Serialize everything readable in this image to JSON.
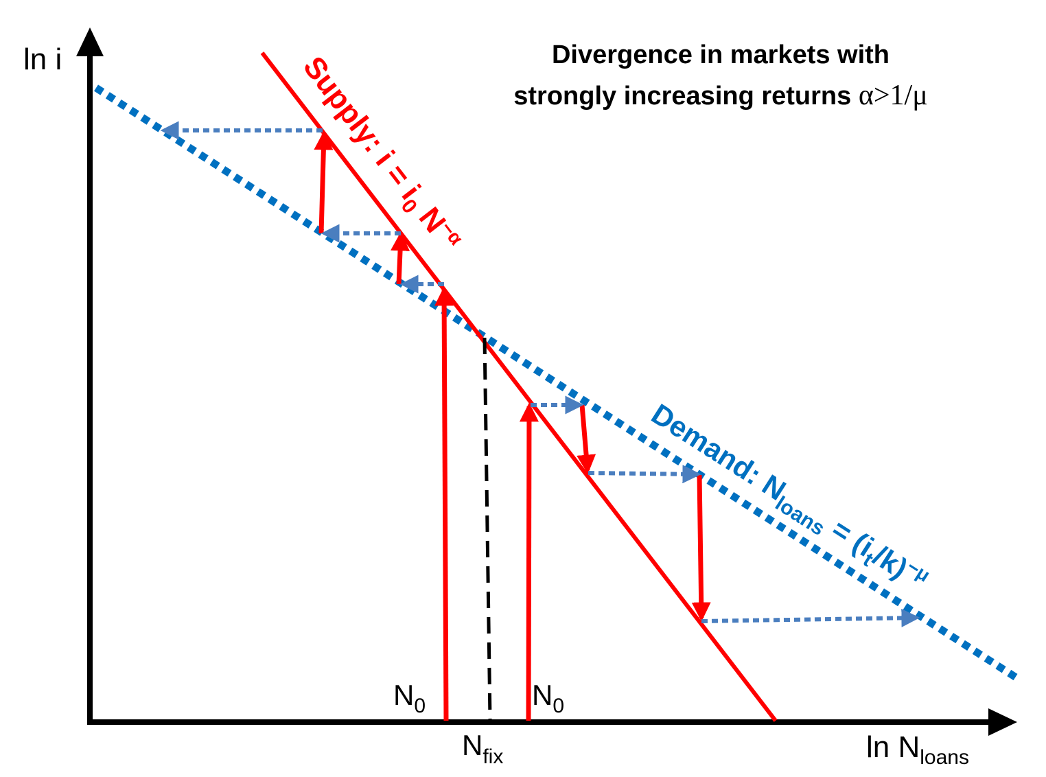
{
  "title": {
    "line1": "Divergence in markets with",
    "line2_text": "strongly increasing returns ",
    "line2_symbol": "α>1/μ"
  },
  "axes": {
    "y_label": "ln i",
    "x_label_main": "ln N",
    "x_label_sub": "loans"
  },
  "ticks": {
    "n0_left_main": "N",
    "n0_left_sub": "0",
    "n0_right_main": "N",
    "n0_right_sub": "0",
    "nfix_main": "N",
    "nfix_sub": "fix"
  },
  "curves": {
    "supply": {
      "label_prefix": "Supply: i = i",
      "label_sub": "0",
      "label_mid": " N",
      "label_sup": "−α",
      "color": "#ff0000"
    },
    "demand": {
      "label_prefix": "Demand: N",
      "label_sub1": "loans",
      "label_mid": " = (i",
      "label_sub2": "t",
      "label_end": "/k)",
      "label_sup": "−μ",
      "color": "#0070c0"
    }
  },
  "colors": {
    "axis": "#000000",
    "supply": "#ff0000",
    "demand": "#0070c0",
    "cobweb_arrow": "#4a7ebf",
    "fix_line": "#000000"
  },
  "icons": {
    "y_axis_arrow": "arrow-up-icon",
    "x_axis_arrow": "arrow-right-icon"
  }
}
